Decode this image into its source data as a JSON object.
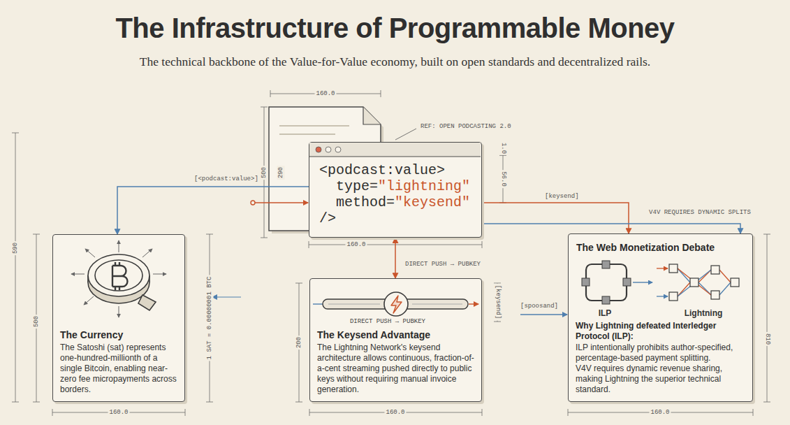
{
  "diagram": {
    "title": "The Infrastructure of Programmable Money",
    "caption": "The technical backbone of the Value-for-Value economy, built on open standards and decentralized rails.",
    "nodes": [
      {
        "text": [
          "<podcast:value>",
          "type=\"lightning\"",
          "method=\"keysend\"",
          "/>"
        ]
      },
      {
        "text": [
          "The Currency",
          "The Satoshi (sat) represents one-hundred-millionth of a single Bitcoin, enabling near-zero fee micropayments across borders."
        ]
      },
      {
        "text": [
          "DIRECT PUSH → PUBKEY",
          "The Keysend Advantage",
          "The Lightning Network's keysend architecture allows continuous, fraction-of-a-cent streaming pushed directly to public keys without requiring manual invoice generation."
        ]
      },
      {
        "text": [
          "The Web Monetization Debate",
          "ILP",
          "Lightning",
          "Why Lightning defeated Interledger Protocol (ILP):",
          "ILP intentionally prohibits author-specified, percentage-based payment splitting.",
          "V4V requires dynamic revenue sharing, making Lightning the superior technical standard."
        ]
      }
    ],
    "edges": [
      {
        "from": 0,
        "to": 1,
        "arrow": "to",
        "label": "[<podcast:value>]"
      },
      {
        "from": 0,
        "to": 2,
        "arrow": "both",
        "label": "DIRECT PUSH → PUBKEY"
      },
      {
        "from": 0,
        "to": 3,
        "arrow": "to",
        "label": "[keysend]"
      },
      {
        "from": 0,
        "to": 3,
        "arrow": "to",
        "label": "V4V REQUIRES DYNAMIC SPLITS"
      }
    ],
    "labels": [
      "160.0",
      "REF: OPEN PODCASTING 2.0",
      "500",
      "290",
      "1.0",
      "56.0",
      "160.0",
      "590",
      "500",
      "1 SAT = 0.00000001 BTC",
      "200",
      "[keysend]",
      "[spoosand]",
      "810",
      "160.0",
      "160.0",
      "160.0"
    ]
  }
}
